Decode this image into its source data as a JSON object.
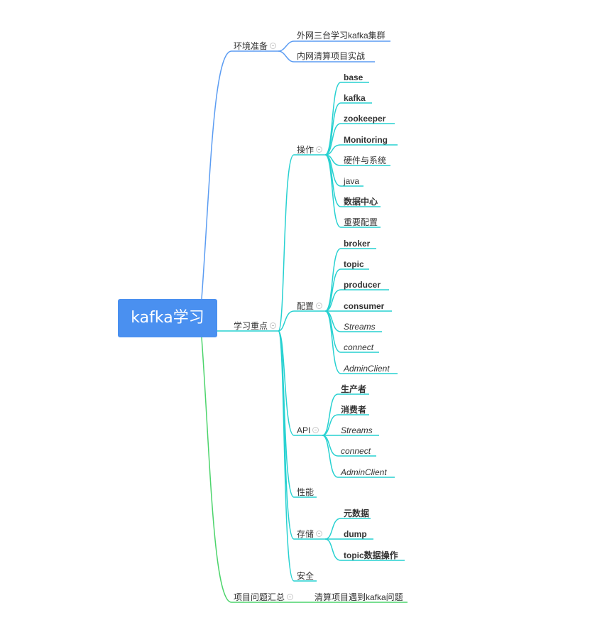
{
  "root": {
    "label": "kafka学习",
    "color": "#4a90f0"
  },
  "colors": {
    "blue": "#5b9cf2",
    "teal": "#27d1d1",
    "green": "#4cd46b"
  },
  "branches": [
    {
      "label": "环境准备",
      "children": [
        {
          "label": "外网三台学习kafka集群"
        },
        {
          "label": "内网清算项目实战"
        }
      ]
    },
    {
      "label": "学习重点",
      "children": [
        {
          "label": "操作",
          "children": [
            {
              "label": "base",
              "style": "bold"
            },
            {
              "label": "kafka",
              "style": "bold"
            },
            {
              "label": "zookeeper",
              "style": "bold"
            },
            {
              "label": "Monitoring",
              "style": "bold"
            },
            {
              "label": "硬件与系统",
              "style": "normal"
            },
            {
              "label": "java",
              "style": "normal"
            },
            {
              "label": "数据中心",
              "style": "bold"
            },
            {
              "label": "重要配置",
              "style": "normal"
            }
          ]
        },
        {
          "label": "配置",
          "children": [
            {
              "label": "broker",
              "style": "bold"
            },
            {
              "label": "topic",
              "style": "bold"
            },
            {
              "label": "producer",
              "style": "bold"
            },
            {
              "label": "consumer",
              "style": "bold"
            },
            {
              "label": "Streams",
              "style": "italic"
            },
            {
              "label": "connect",
              "style": "italic"
            },
            {
              "label": "AdminClient",
              "style": "italic"
            }
          ]
        },
        {
          "label": "API",
          "children": [
            {
              "label": "生产者",
              "style": "bold"
            },
            {
              "label": "消费者",
              "style": "bold"
            },
            {
              "label": "Streams",
              "style": "italic"
            },
            {
              "label": "connect",
              "style": "italic"
            },
            {
              "label": "AdminClient",
              "style": "italic"
            }
          ]
        },
        {
          "label": "性能",
          "children": []
        },
        {
          "label": "存储",
          "children": [
            {
              "label": "元数据",
              "style": "bold"
            },
            {
              "label": "dump",
              "style": "bold"
            },
            {
              "label": "topic数据操作",
              "style": "bold"
            }
          ]
        },
        {
          "label": "安全",
          "children": []
        }
      ]
    },
    {
      "label": "项目问题汇总",
      "children": [
        {
          "label": "清算项目遇到kafka问题"
        }
      ]
    }
  ]
}
